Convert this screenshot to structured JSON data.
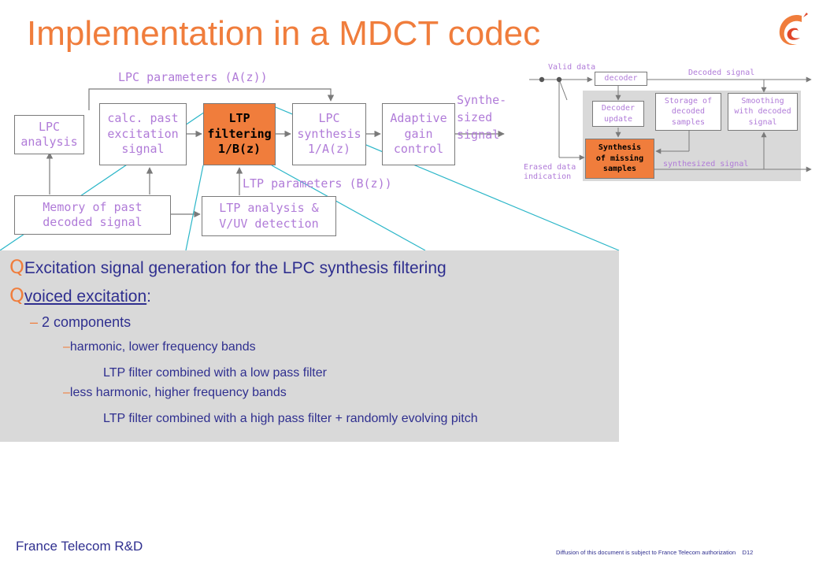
{
  "title": "Implementation in a MDCT codec",
  "diagram": {
    "lpc_params_label": "LPC parameters (A(z))",
    "ltp_params_label": "LTP parameters (B(z))",
    "synth_label": [
      "Synthe-",
      "sized",
      "signal"
    ],
    "boxes": {
      "lpc_analysis": [
        "LPC",
        "analysis"
      ],
      "calc_past": [
        "calc. past",
        "excitation",
        "signal"
      ],
      "ltp_filter": [
        "LTP",
        "filtering",
        "1/B(z)"
      ],
      "lpc_synth": [
        "LPC",
        "synthesis",
        "1/A(z)"
      ],
      "agc": [
        "Adaptive",
        "gain",
        "control"
      ],
      "memory": [
        "Memory of past",
        "decoded signal"
      ],
      "ltp_analysis": [
        "LTP analysis &",
        "V/UV detection"
      ]
    }
  },
  "inset": {
    "valid_data": "Valid data",
    "decoder": "decoder",
    "decoded_signal": "Decoded signal",
    "decoder_update": [
      "Decoder",
      "update"
    ],
    "storage": [
      "Storage of",
      "decoded",
      "samples"
    ],
    "smoothing": [
      "Smoothing",
      "with decoded",
      "signal"
    ],
    "synthesis_missing": [
      "Synthesis",
      "of missing",
      "samples"
    ],
    "erased_data": [
      "Erased data",
      "indication"
    ],
    "synthesized_signal": "synthesized signal"
  },
  "bullets": {
    "q_mark": "Q",
    "dash": "–",
    "b1": "Excitation signal generation for the LPC synthesis filtering",
    "b2": "voiced excitation",
    "b2_colon": ":",
    "sub1": "2 components",
    "sub1a": "harmonic, lower frequency bands",
    "sub1a_detail": "LTP filter combined with a low pass filter",
    "sub1b": "less harmonic, higher frequency bands",
    "sub1b_detail": "LTP filter combined with a high pass filter + randomly evolving pitch"
  },
  "footer": {
    "company": "France Telecom R&D",
    "notice": "Diffusion of this document is subject to France Telecom authorization",
    "page": "D12"
  },
  "colors": {
    "title": "#f07d3c",
    "highlight_box": "#f07d3c",
    "diagram_text": "#b07bd8",
    "body_text": "#2f2f8f",
    "panel_bg": "#d9d9d9",
    "zoom_lines": "#2bb6c8"
  }
}
